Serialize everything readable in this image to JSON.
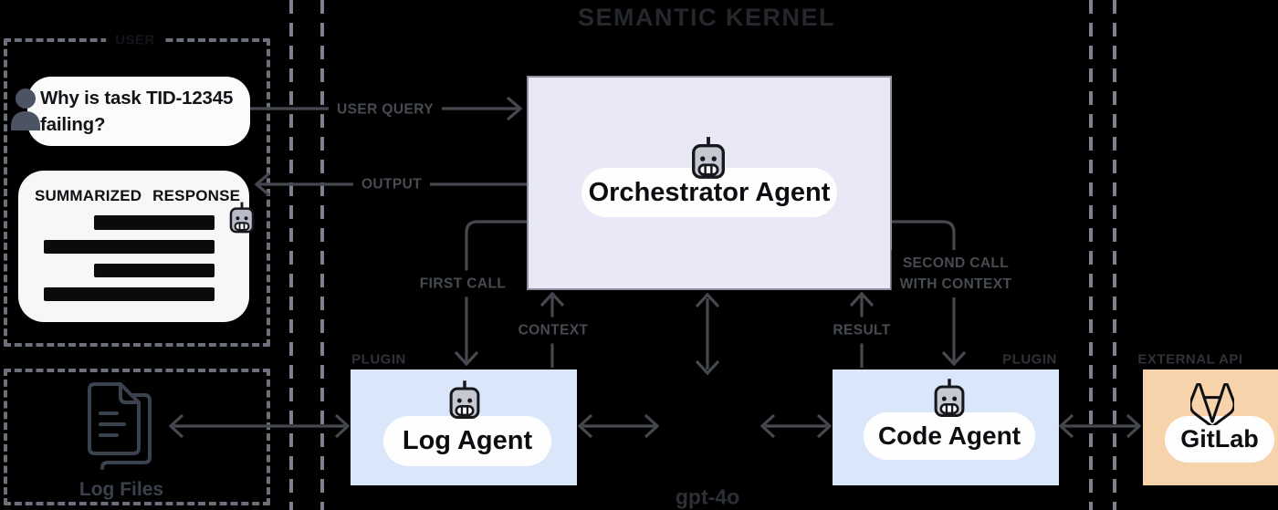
{
  "title": "SEMANTIC KERNEL",
  "user_panel": {
    "label": "USER",
    "query": "Why is task TID-12345\nfailing?",
    "response_title": "SUMMARIZED RESPONSE"
  },
  "log_files": {
    "label": "Log Files"
  },
  "semantic_kernel": {
    "orchestrator_label": "Orchestrator Agent",
    "model_label": "gpt-4o"
  },
  "agents": {
    "log": {
      "badge": "PLUGIN",
      "label": "Log Agent"
    },
    "code": {
      "badge": "PLUGIN",
      "label": "Code Agent"
    }
  },
  "external": {
    "badge": "EXTERNAL API",
    "label": "GitLab"
  },
  "flows": {
    "user_query": "USER QUERY",
    "output": "OUTPUT",
    "first_call": "FIRST CALL",
    "context": "CONTEXT",
    "second_call": "SECOND CALL\nWITH CONTEXT",
    "result": "RESULT"
  },
  "icons": {
    "bot": "bot-icon",
    "user": "user-icon",
    "files": "log-files-icon",
    "gitlab": "gitlab-tanuki-icon"
  },
  "colors": {
    "background": "#000000",
    "orchestrator_fill": "#e9e8f6",
    "agent_fill": "#dae7fa",
    "external_fill": "#f7d3ab",
    "card_fill": "#f7f7f7",
    "arrow": "#45484e",
    "dashed_line": "#7d8290",
    "label_gray": "#474b52"
  }
}
